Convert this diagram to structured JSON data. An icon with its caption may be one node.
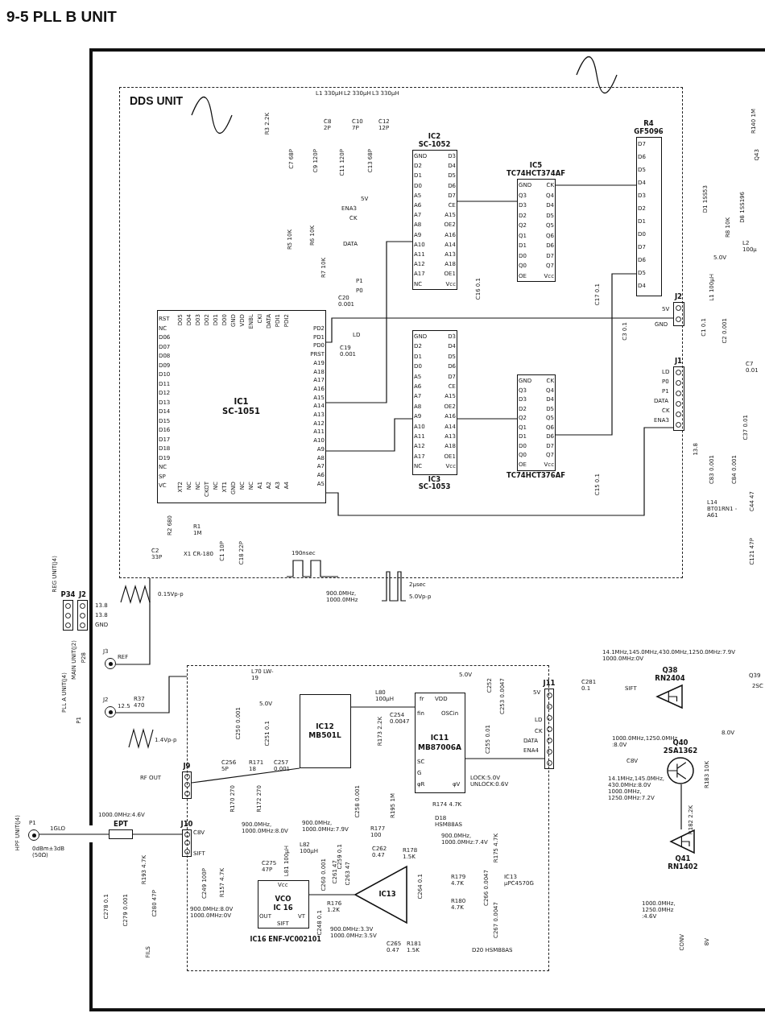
{
  "diagram": {
    "title": "9-5 PLL B UNIT",
    "nodes": [
      {
        "text": [
          "DDS UNIT"
        ]
      },
      {
        "text": [
          "IC1",
          "SC-1051"
        ],
        "in": 0
      },
      {
        "text": [
          "IC2",
          "SC-1052"
        ],
        "in": 0
      },
      {
        "text": [
          "IC3",
          "SC-1053"
        ],
        "in": 0
      },
      {
        "text": [
          "IC5",
          "TC74HCT374AF"
        ],
        "in": 0
      },
      {
        "text": [
          "TC74HCT376AF"
        ],
        "in": 0
      },
      {
        "text": [
          "R4",
          "GF5096"
        ],
        "in": 0
      },
      {
        "text": [
          "J2"
        ],
        "in": 0
      },
      {
        "text": [
          "J1"
        ],
        "in": 0
      },
      {
        "text": [],
        "shape": "box"
      },
      {
        "text": [
          "IC12",
          "MB501L"
        ],
        "in": 9
      },
      {
        "text": [
          "IC11",
          "MB87006A"
        ],
        "in": 9
      },
      {
        "text": [
          "VCO",
          "IC 16"
        ],
        "beside": [
          "IC16 ENF-VC002101"
        ],
        "in": 9
      },
      {
        "text": [
          "IC13"
        ],
        "in": 9
      },
      {
        "text": [
          "J11"
        ]
      },
      {
        "text": [
          "J9"
        ]
      },
      {
        "text": [
          "J10"
        ]
      },
      {
        "text": [
          "EPT"
        ]
      },
      {
        "text": [],
        "shape": "circle"
      },
      {
        "text": [],
        "shape": "circle"
      },
      {
        "text": [],
        "shape": "circle"
      },
      {
        "text": [
          "J2"
        ]
      },
      {
        "text": [
          "P34"
        ]
      },
      {
        "text": [
          "Q38",
          "RN2404"
        ]
      },
      {
        "text": [
          "Q40",
          "2SA1362"
        ]
      },
      {
        "text": [
          "Q41",
          "RN1402"
        ]
      }
    ],
    "edges": [
      {
        "from": 1,
        "to": 2,
        "arrow": "none"
      },
      {
        "from": 1,
        "to": 3,
        "arrow": "none"
      },
      {
        "from": 2,
        "to": 4,
        "arrow": "none"
      },
      {
        "from": 3,
        "to": 5,
        "arrow": "none"
      },
      {
        "from": 4,
        "to": 6,
        "arrow": "none"
      },
      {
        "from": 5,
        "to": 6,
        "arrow": "none"
      },
      {
        "from": 7,
        "to": 1,
        "arrow": "none"
      },
      {
        "from": 8,
        "to": 1,
        "arrow": "none"
      },
      {
        "from": 10,
        "to": 11,
        "arrow": "none"
      },
      {
        "from": 15,
        "to": 10,
        "arrow": "none"
      },
      {
        "from": 13,
        "to": 12,
        "arrow": "none"
      },
      {
        "from": 14,
        "to": 11,
        "arrow": "none"
      },
      {
        "from": 17,
        "to": 18,
        "arrow": "none"
      },
      {
        "from": 17,
        "to": 16,
        "arrow": "none"
      },
      {
        "from": 25,
        "to": 24,
        "arrow": "none"
      },
      {
        "from": 19,
        "to": 0,
        "arrow": "none"
      },
      {
        "from": 20,
        "to": 9,
        "arrow": "none"
      }
    ],
    "labels": [
      "RST",
      "NC",
      "D06",
      "D07",
      "D08",
      "D09",
      "D10",
      "D11",
      "D12",
      "D13",
      "D14",
      "D15",
      "D16",
      "D17",
      "D18",
      "D19",
      "NC",
      "SP",
      "VC",
      "D05",
      "D04",
      "D03",
      "D02",
      "D01",
      "D00",
      "GND",
      "VDD",
      "ENBL",
      "CKI",
      "DATA",
      "PDI1",
      "PDI2",
      "PD2",
      "PD1",
      "PD0",
      "PRST",
      "A19",
      "A18",
      "A17",
      "A16",
      "A15",
      "A14",
      "A13",
      "A12",
      "A11",
      "A10",
      "A9",
      "A8",
      "A7",
      "A6",
      "A5",
      "XT2",
      "NC",
      "NC",
      "CKOT",
      "NC",
      "XT1",
      "GND",
      "NC",
      "NC",
      "A1",
      "A2",
      "A3",
      "A4",
      "GND",
      "D2",
      "D1",
      "D0",
      "A5",
      "A6",
      "A7",
      "A8",
      "A9",
      "A10",
      "A11",
      "A12",
      "A17",
      "NC",
      "D3",
      "D4",
      "D5",
      "D6",
      "D7",
      "CE",
      "A15",
      "OE2",
      "A16",
      "A14",
      "A13",
      "A18",
      "OE1",
      "Vcc",
      "GND",
      "D2",
      "D1",
      "D0",
      "A5",
      "A6",
      "A7",
      "A8",
      "A9",
      "A10",
      "A11",
      "A12",
      "A17",
      "NC",
      "D3",
      "D4",
      "D5",
      "D6",
      "D7",
      "CE",
      "A15",
      "OE2",
      "A16",
      "A14",
      "A13",
      "A18",
      "OE1",
      "Vcc",
      "GND",
      "Q3",
      "D3",
      "D2",
      "Q2",
      "Q1",
      "D1",
      "D0",
      "Q0",
      "OE",
      "CK",
      "Q4",
      "D4",
      "D5",
      "Q5",
      "Q6",
      "D6",
      "D7",
      "Q7",
      "Vcc",
      "GND",
      "Q3",
      "D3",
      "D2",
      "Q2",
      "Q1",
      "D1",
      "D0",
      "Q0",
      "OE",
      "CK",
      "Q4",
      "D4",
      "D5",
      "Q5",
      "Q6",
      "D6",
      "D7",
      "Q7",
      "Vcc",
      "D7",
      "D6",
      "D5",
      "D4",
      "D3",
      "D2",
      "D1",
      "D0",
      "D7",
      "D6",
      "D5",
      "D4",
      "L1 330μH",
      "L2 330μH",
      "L3 330μH",
      "C8 2P",
      "C10 7P",
      "C12 12P",
      "R3 2.2K",
      "C7 68P",
      "C9 120P",
      "C11 120P",
      "C13 68P",
      "5V",
      "ENA3",
      "CK",
      "R5 10K",
      "R6 10K",
      "DATA",
      "R7 10K",
      "P1",
      "P0",
      "C20 0.001",
      "LD",
      "C19 0.001",
      "R2 680",
      "R1 1M",
      "C2 33P",
      "X1 CR-180",
      "C1 10P",
      "C18 22P",
      "190nsec",
      "C16 0.1",
      "C17 0.1",
      "C15 0.1",
      "C3 0.1",
      "5V",
      "GND",
      "LD",
      "P0",
      "P1",
      "DATA",
      "CK",
      "ENA3",
      "R140 1M",
      "Q43",
      "D1 1SS53",
      "D8 1SS196",
      "R8 10K",
      "5.0V",
      "L2 100μ",
      "L1 100μH",
      "C1 0.1",
      "C2 0.001",
      "C7 0.01",
      "C37 0.01",
      "13.8",
      "C83 0.001",
      "C84 0.001",
      "L14 BT01RN1 -A61",
      "C44 47",
      "C121 47P",
      "0.15Vp-p",
      "900.0MHz, 1000.0MHz",
      "2μsec",
      "5.0Vp-p",
      "REG UNIT(J4)",
      "13.8",
      "13.8",
      "GND",
      "MAIN UNIT(J2)",
      "P28",
      "J3",
      "REF",
      "PLL A UNIT(J4)",
      "P1",
      "J2",
      "12.5",
      "R37 470",
      "1.4Vp-p",
      "L70 LW-19",
      "5.0V",
      "C250 0.001",
      "C251 0.1",
      "L80 100μH",
      "R173 2.2K",
      "C254 0.0047",
      "5.0V",
      "C252",
      "C253 0.0047",
      "5V",
      "LD",
      "CK",
      "DATA",
      "ENA4",
      "C281 0.1",
      "C255 0.01",
      "LOCK:5.0V UNLOCK:0.6V",
      "14.1MHz,145.0MHz,430.0MHz,1250.0MHz:7.9V 1000.0MHz:0V",
      "Q39",
      "2SC",
      "SIFT",
      "8.0V",
      "1000.0MHz,1250.0MHz :8.0V",
      "C8V",
      "14.1MHz,145.0MHz, 430.0MHz:8.0V 1000.0MHz, 1250.0MHz:7.2V",
      "R183 10K",
      "R182 2.2K",
      "1000.0MHz, 1250.0MHz :4.6V",
      "CONV",
      "8V",
      "RF OUT",
      "C256 5P",
      "R171 18",
      "C257 0.001",
      "R170 270",
      "R172 270",
      "C258 0.001",
      "R195 1M",
      "R174 4.7K",
      "D18 HSM88AS",
      "1000.0MHz:4.6V",
      "HPF UNIT(J4)",
      "P1",
      "1GLO",
      "0dBm±3dB (50Ω)",
      "C8V",
      "SIFT",
      "900.0MHz, 1000.0MHz:8.0V",
      "L82 100μH",
      "900.0MHz, 1000.0MHz:7.9V",
      "R177 100",
      "900.0MHz, 1000.0MHz:7.4V",
      "C275 47P",
      "L81 100μH",
      "C259 0.1",
      "C262 0.47",
      "R178 1.5K",
      "R175 4.7K",
      "R193 4.7K",
      "C249 100P",
      "R157 4.7K",
      "C260 0.001",
      "C261 47",
      "C263 47",
      "C264 0.1",
      "R179 4.7K",
      "C266 0.0047",
      "C278 0.1",
      "C279 0.001",
      "C280 47P",
      "900.0MHz:8.0V 1000.0MHz:0V",
      "C248 0.1",
      "R176 1.2K",
      "900.0MHz:3.3V 1000.0MHz:3.5V",
      "R180 4.7K",
      "C265 0.47",
      "R181 1.5K",
      "C267 0.0047",
      "D20 HSM88AS",
      "FILS",
      "fr",
      "VDD",
      "fin",
      "OSCin",
      "SC",
      "G",
      "φR",
      "φV",
      "Vcc",
      "OUT",
      "VT",
      "SIFT",
      "IC13 μPC4570G"
    ]
  }
}
